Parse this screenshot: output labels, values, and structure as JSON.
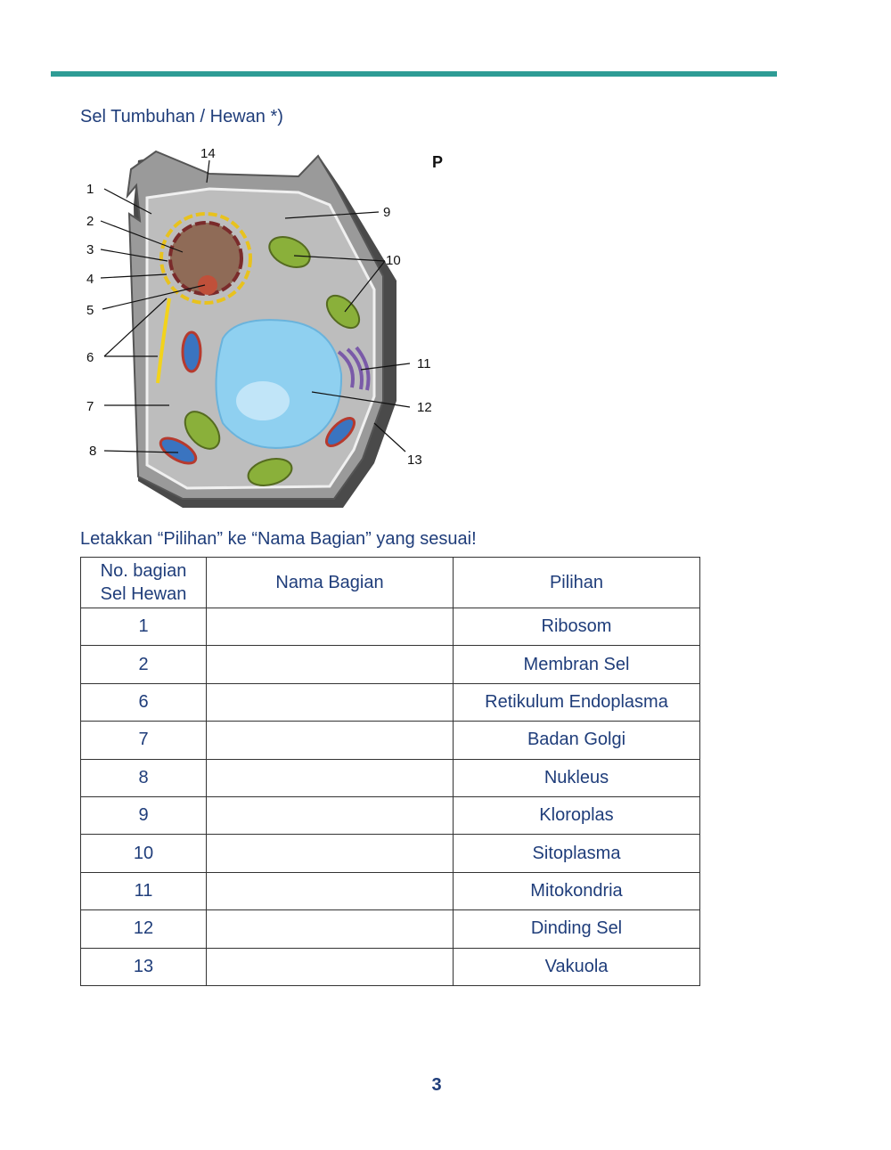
{
  "heading": "Sel Tumbuhan / Hewan *)",
  "diagram": {
    "labels": [
      "1",
      "2",
      "3",
      "4",
      "5",
      "6",
      "7",
      "8",
      "9",
      "10",
      "11",
      "12",
      "13",
      "14"
    ],
    "corner_letter": "P"
  },
  "instruction": "Letakkan “Pilihan” ke “Nama Bagian” yang sesuai!",
  "table": {
    "headers": {
      "no_line1": "No. bagian",
      "no_line2": "Sel Hewan",
      "nama": "Nama Bagian",
      "pilihan": "Pilihan"
    },
    "rows": [
      {
        "no": "1",
        "pilihan": "Ribosom"
      },
      {
        "no": "2",
        "pilihan": "Membran Sel"
      },
      {
        "no": "6",
        "pilihan": "Retikulum Endoplasma"
      },
      {
        "no": "7",
        "pilihan": "Badan Golgi"
      },
      {
        "no": "8",
        "pilihan": "Nukleus"
      },
      {
        "no": "9",
        "pilihan": "Kloroplas"
      },
      {
        "no": "10",
        "pilihan": "Sitoplasma"
      },
      {
        "no": "11",
        "pilihan": "Mitokondria"
      },
      {
        "no": "12",
        "pilihan": "Dinding Sel"
      },
      {
        "no": "13",
        "pilihan": "Vakuola"
      }
    ]
  },
  "page_number": "3",
  "colors": {
    "rule": "#2e9c95",
    "text": "#1f3d7a"
  }
}
